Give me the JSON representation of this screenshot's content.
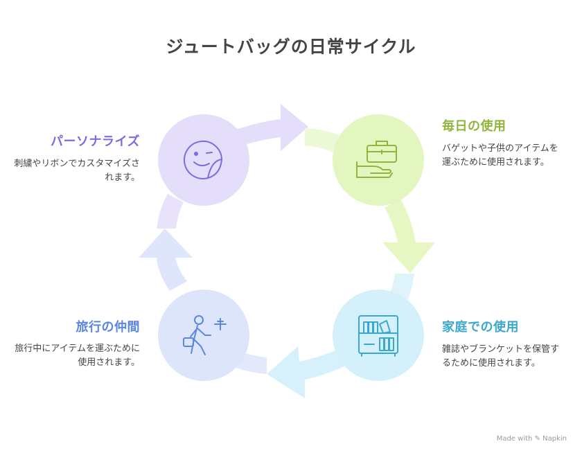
{
  "title": "ジュートバッグの日常サイクル",
  "colors": {
    "personalize": "#7b6ce0",
    "daily": "#8fb53a",
    "home": "#3aa7cc",
    "travel": "#5b86e0",
    "text": "#444444"
  },
  "stages": {
    "personalize": {
      "heading": "パーソナライズ",
      "description": "刺繍やリボンでカスタマイズされます。",
      "icon": "smiley-sticker-icon"
    },
    "daily": {
      "heading": "毎日の使用",
      "description": "バゲットや子供のアイテムを運ぶために使用されます。",
      "icon": "briefcase-hand-icon"
    },
    "home": {
      "heading": "家庭での使用",
      "description": "雑誌やブランケットを保管するために使用されます。",
      "icon": "bookshelf-icon"
    },
    "travel": {
      "heading": "旅行の仲間",
      "description": "旅行中にアイテムを運ぶために使用されます。",
      "icon": "traveler-airplane-icon"
    }
  },
  "footer": {
    "made_with": "Made with",
    "brand": "Napkin"
  }
}
